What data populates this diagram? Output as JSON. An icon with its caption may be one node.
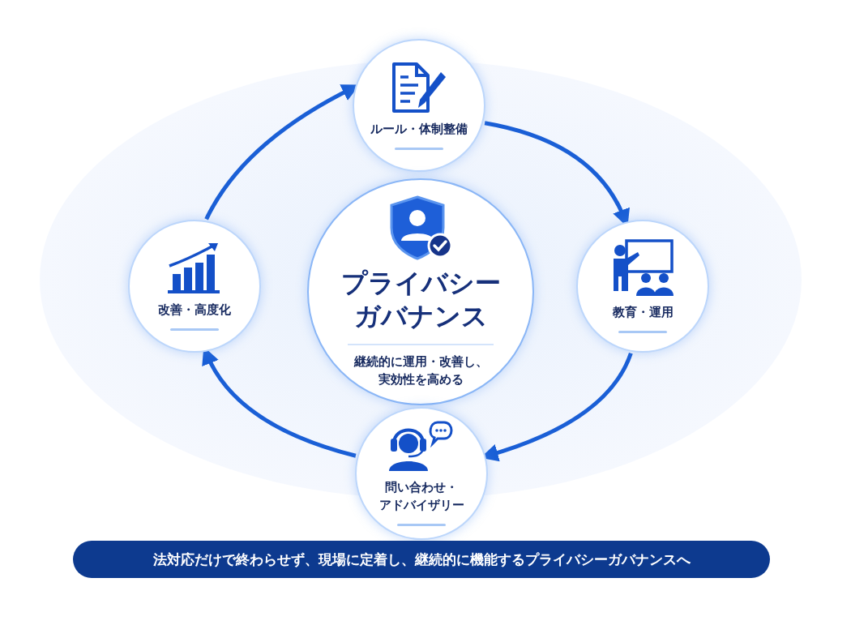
{
  "diagram": {
    "nodes": [
      {
        "text": [
          "プライバシーガバナンス",
          "継続的に運用・改善し、実効性を高める"
        ]
      },
      {
        "text": [
          "ルール・体制整備"
        ]
      },
      {
        "text": [
          "教育・運用"
        ]
      },
      {
        "text": [
          "問い合わせ・アドバイザリー"
        ]
      },
      {
        "text": [
          "改善・高度化"
        ]
      },
      {
        "text": [
          "法対応だけで終わらせず、現場に定着し、継続的に機能するプライバシーガバナンスへ"
        ]
      }
    ],
    "edges": [
      {
        "from": 1,
        "to": 2,
        "arrow": "to"
      },
      {
        "from": 2,
        "to": 3,
        "arrow": "to"
      },
      {
        "from": 3,
        "to": 4,
        "arrow": "to"
      },
      {
        "from": 4,
        "to": 1,
        "arrow": "to"
      }
    ]
  }
}
